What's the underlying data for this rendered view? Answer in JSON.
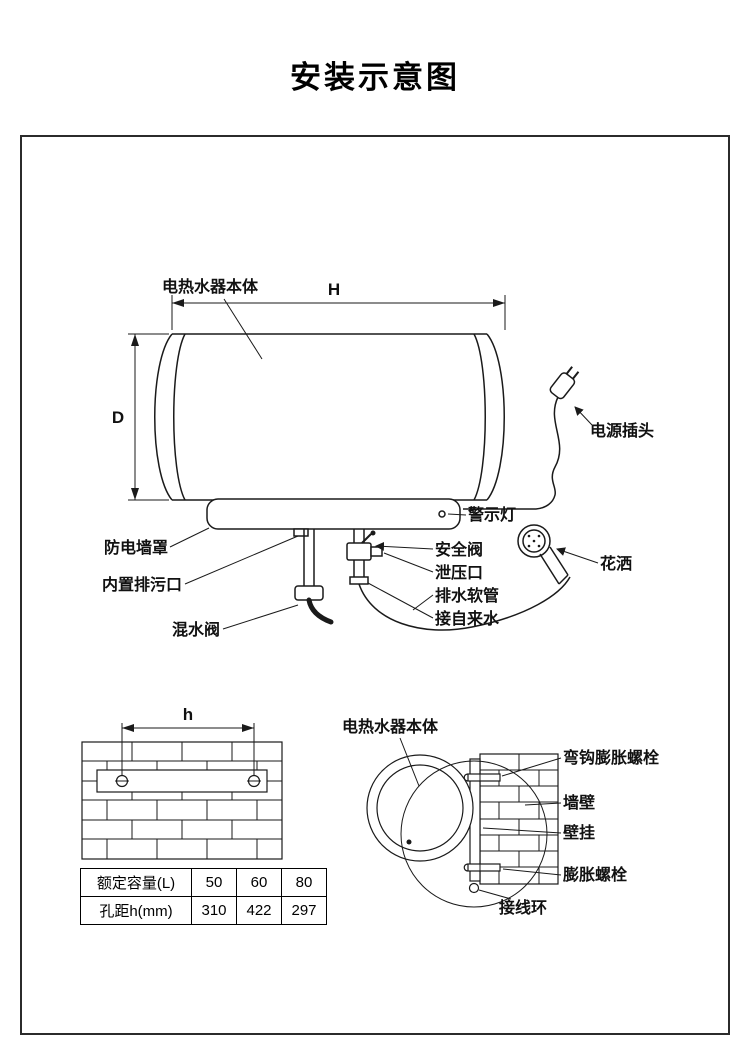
{
  "page": {
    "title": "安装示意图"
  },
  "main": {
    "body_label": "电热水器本体",
    "dim_width": "H",
    "dim_diameter": "D",
    "power_plug": "电源插头",
    "warning_light": "警示灯",
    "safety_valve": "安全阀",
    "pressure_relief": "泄压口",
    "drain_hose": "排水软管",
    "tap_water_inlet": "接自来水",
    "shower_head": "花洒",
    "anti_electric_wall_cover": "防电墙罩",
    "builtin_drain_outlet": "内置排污口",
    "mixing_valve": "混水阀"
  },
  "mounting": {
    "dim_hole_distance": "h"
  },
  "side_view": {
    "body_label": "电热水器本体",
    "hook_expansion_bolt": "弯钩膨胀螺栓",
    "wall": "墙壁",
    "wall_bracket": "壁挂",
    "expansion_bolt": "膨胀螺栓",
    "wiring_ring": "接线环"
  },
  "spec_table": {
    "rows": [
      {
        "label": "额定容量(L)",
        "values": [
          "50",
          "60",
          "80"
        ]
      },
      {
        "label": "孔距h(mm)",
        "values": [
          "310",
          "422",
          "297"
        ]
      }
    ]
  }
}
